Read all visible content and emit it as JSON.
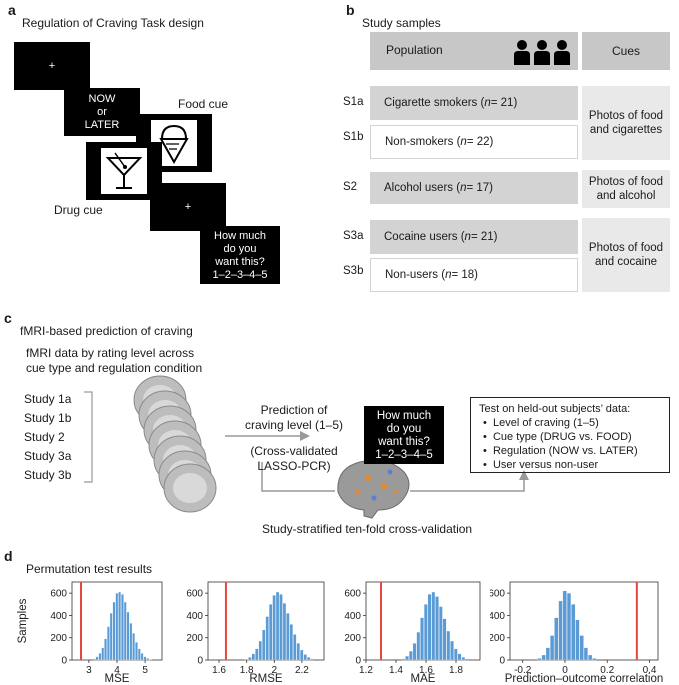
{
  "panel_a": {
    "label": "a",
    "title": "Regulation of Craving Task design",
    "fixation": "+",
    "now_or_later": [
      "NOW",
      "or",
      "LATER"
    ],
    "food_cue_label": "Food cue",
    "drug_cue_label": "Drug cue",
    "rating_prompt": [
      "How much",
      "do you",
      "want this?",
      "1–2–3–4–5"
    ]
  },
  "panel_b": {
    "label": "b",
    "title": "Study samples",
    "header_population": "Population",
    "header_cues": "Cues",
    "rows": [
      {
        "id": "S1a",
        "population": "Cigarette smokers (",
        "n": "n",
        "count": " = 21)"
      },
      {
        "id": "S1b",
        "population": "Non-smokers (",
        "n": "n",
        "count": " = 22)"
      },
      {
        "id": "S2",
        "population": "Alcohol users (",
        "n": "n",
        "count": " = 17)"
      },
      {
        "id": "S3a",
        "population": "Cocaine users (",
        "n": "n",
        "count": " = 21)"
      },
      {
        "id": "S3b",
        "population": "Non-users (",
        "n": "n",
        "count": " = 18)"
      }
    ],
    "cues": [
      "Photos of food and cigarettes",
      "Photos of food and alcohol",
      "Photos of food and cocaine"
    ]
  },
  "panel_c": {
    "label": "c",
    "title": "fMRI-based prediction of craving",
    "data_title": [
      "fMRI data by rating level across",
      "cue type and regulation condition"
    ],
    "studies": [
      "Study 1a",
      "Study 1b",
      "Study 2",
      "Study 3a",
      "Study 3b"
    ],
    "prediction_label": [
      "Prediction of",
      "craving level (1–5)"
    ],
    "method_label": [
      "(Cross-validated",
      "LASSO-PCR)"
    ],
    "rating_prompt": [
      "How much",
      "do you",
      "want this?",
      "1–2–3–4–5"
    ],
    "test_title": "Test on held-out subjects’ data:",
    "test_items": [
      "Level of craving (1–5)",
      "Cue type (DRUG vs. FOOD)",
      "Regulation (NOW vs. LATER)",
      "User versus non-user"
    ],
    "cv_label": "Study-stratified ten-fold cross-validation"
  },
  "panel_d": {
    "label": "d",
    "title": "Permutation test results"
  },
  "chart_data": [
    {
      "type": "bar",
      "title": "",
      "xlabel": "MSE",
      "ylabel": "Samples",
      "xlim": [
        2.4,
        5.6
      ],
      "ylim": [
        0,
        700
      ],
      "xticks": [
        3,
        4,
        5
      ],
      "yticks": [
        0,
        200,
        400,
        600
      ],
      "bar_color": "#5b9bd5",
      "observed_line": 2.72,
      "observed_color": "#e8473c",
      "bins_center": [
        3.2,
        3.3,
        3.4,
        3.5,
        3.6,
        3.7,
        3.8,
        3.9,
        4.0,
        4.1,
        4.2,
        4.3,
        4.4,
        4.5,
        4.6,
        4.7,
        4.8,
        4.9,
        5.0,
        5.1,
        5.2
      ],
      "values": [
        10,
        30,
        60,
        110,
        190,
        300,
        420,
        520,
        600,
        610,
        590,
        520,
        430,
        330,
        240,
        160,
        100,
        60,
        30,
        15,
        6
      ]
    },
    {
      "type": "bar",
      "title": "",
      "xlabel": "RMSE",
      "ylabel": "",
      "xlim": [
        1.52,
        2.36
      ],
      "ylim": [
        0,
        700
      ],
      "xticks": [
        1.6,
        1.8,
        2.0,
        2.2
      ],
      "yticks": [
        0,
        200,
        400,
        600
      ],
      "bar_color": "#5b9bd5",
      "observed_line": 1.65,
      "observed_color": "#e8473c",
      "bins_center": [
        1.8,
        1.825,
        1.85,
        1.875,
        1.9,
        1.925,
        1.95,
        1.975,
        2.0,
        2.025,
        2.05,
        2.075,
        2.1,
        2.125,
        2.15,
        2.175,
        2.2,
        2.225,
        2.25,
        2.275
      ],
      "values": [
        8,
        25,
        55,
        100,
        170,
        270,
        390,
        500,
        580,
        610,
        590,
        510,
        420,
        320,
        230,
        150,
        90,
        50,
        25,
        10
      ]
    },
    {
      "type": "bar",
      "title": "",
      "xlabel": "MAE",
      "ylabel": "",
      "xlim": [
        1.2,
        1.96
      ],
      "ylim": [
        0,
        700
      ],
      "xticks": [
        1.2,
        1.4,
        1.6,
        1.8
      ],
      "yticks": [
        0,
        200,
        400,
        600
      ],
      "bar_color": "#5b9bd5",
      "observed_line": 1.3,
      "observed_color": "#e8473c",
      "bins_center": [
        1.45,
        1.475,
        1.5,
        1.525,
        1.55,
        1.575,
        1.6,
        1.625,
        1.65,
        1.675,
        1.7,
        1.725,
        1.75,
        1.775,
        1.8,
        1.825,
        1.85,
        1.875
      ],
      "values": [
        10,
        35,
        80,
        150,
        250,
        380,
        500,
        590,
        610,
        570,
        480,
        370,
        260,
        170,
        100,
        55,
        25,
        10
      ]
    },
    {
      "type": "bar",
      "title": "",
      "xlabel": "Prediction–outcome correlation",
      "ylabel": "",
      "xlim": [
        -0.26,
        0.44
      ],
      "ylim": [
        0,
        700
      ],
      "xticks": [
        -0.2,
        0,
        0.2,
        0.4
      ],
      "yticks": [
        0,
        200,
        400,
        600
      ],
      "bar_color": "#5b9bd5",
      "observed_line": 0.34,
      "observed_color": "#e8473c",
      "bins_center": [
        -0.12,
        -0.1,
        -0.08,
        -0.06,
        -0.04,
        -0.02,
        0.0,
        0.02,
        0.04,
        0.06,
        0.08,
        0.1,
        0.12,
        0.14
      ],
      "values": [
        15,
        45,
        110,
        220,
        380,
        530,
        620,
        600,
        500,
        360,
        220,
        110,
        45,
        15
      ]
    }
  ]
}
